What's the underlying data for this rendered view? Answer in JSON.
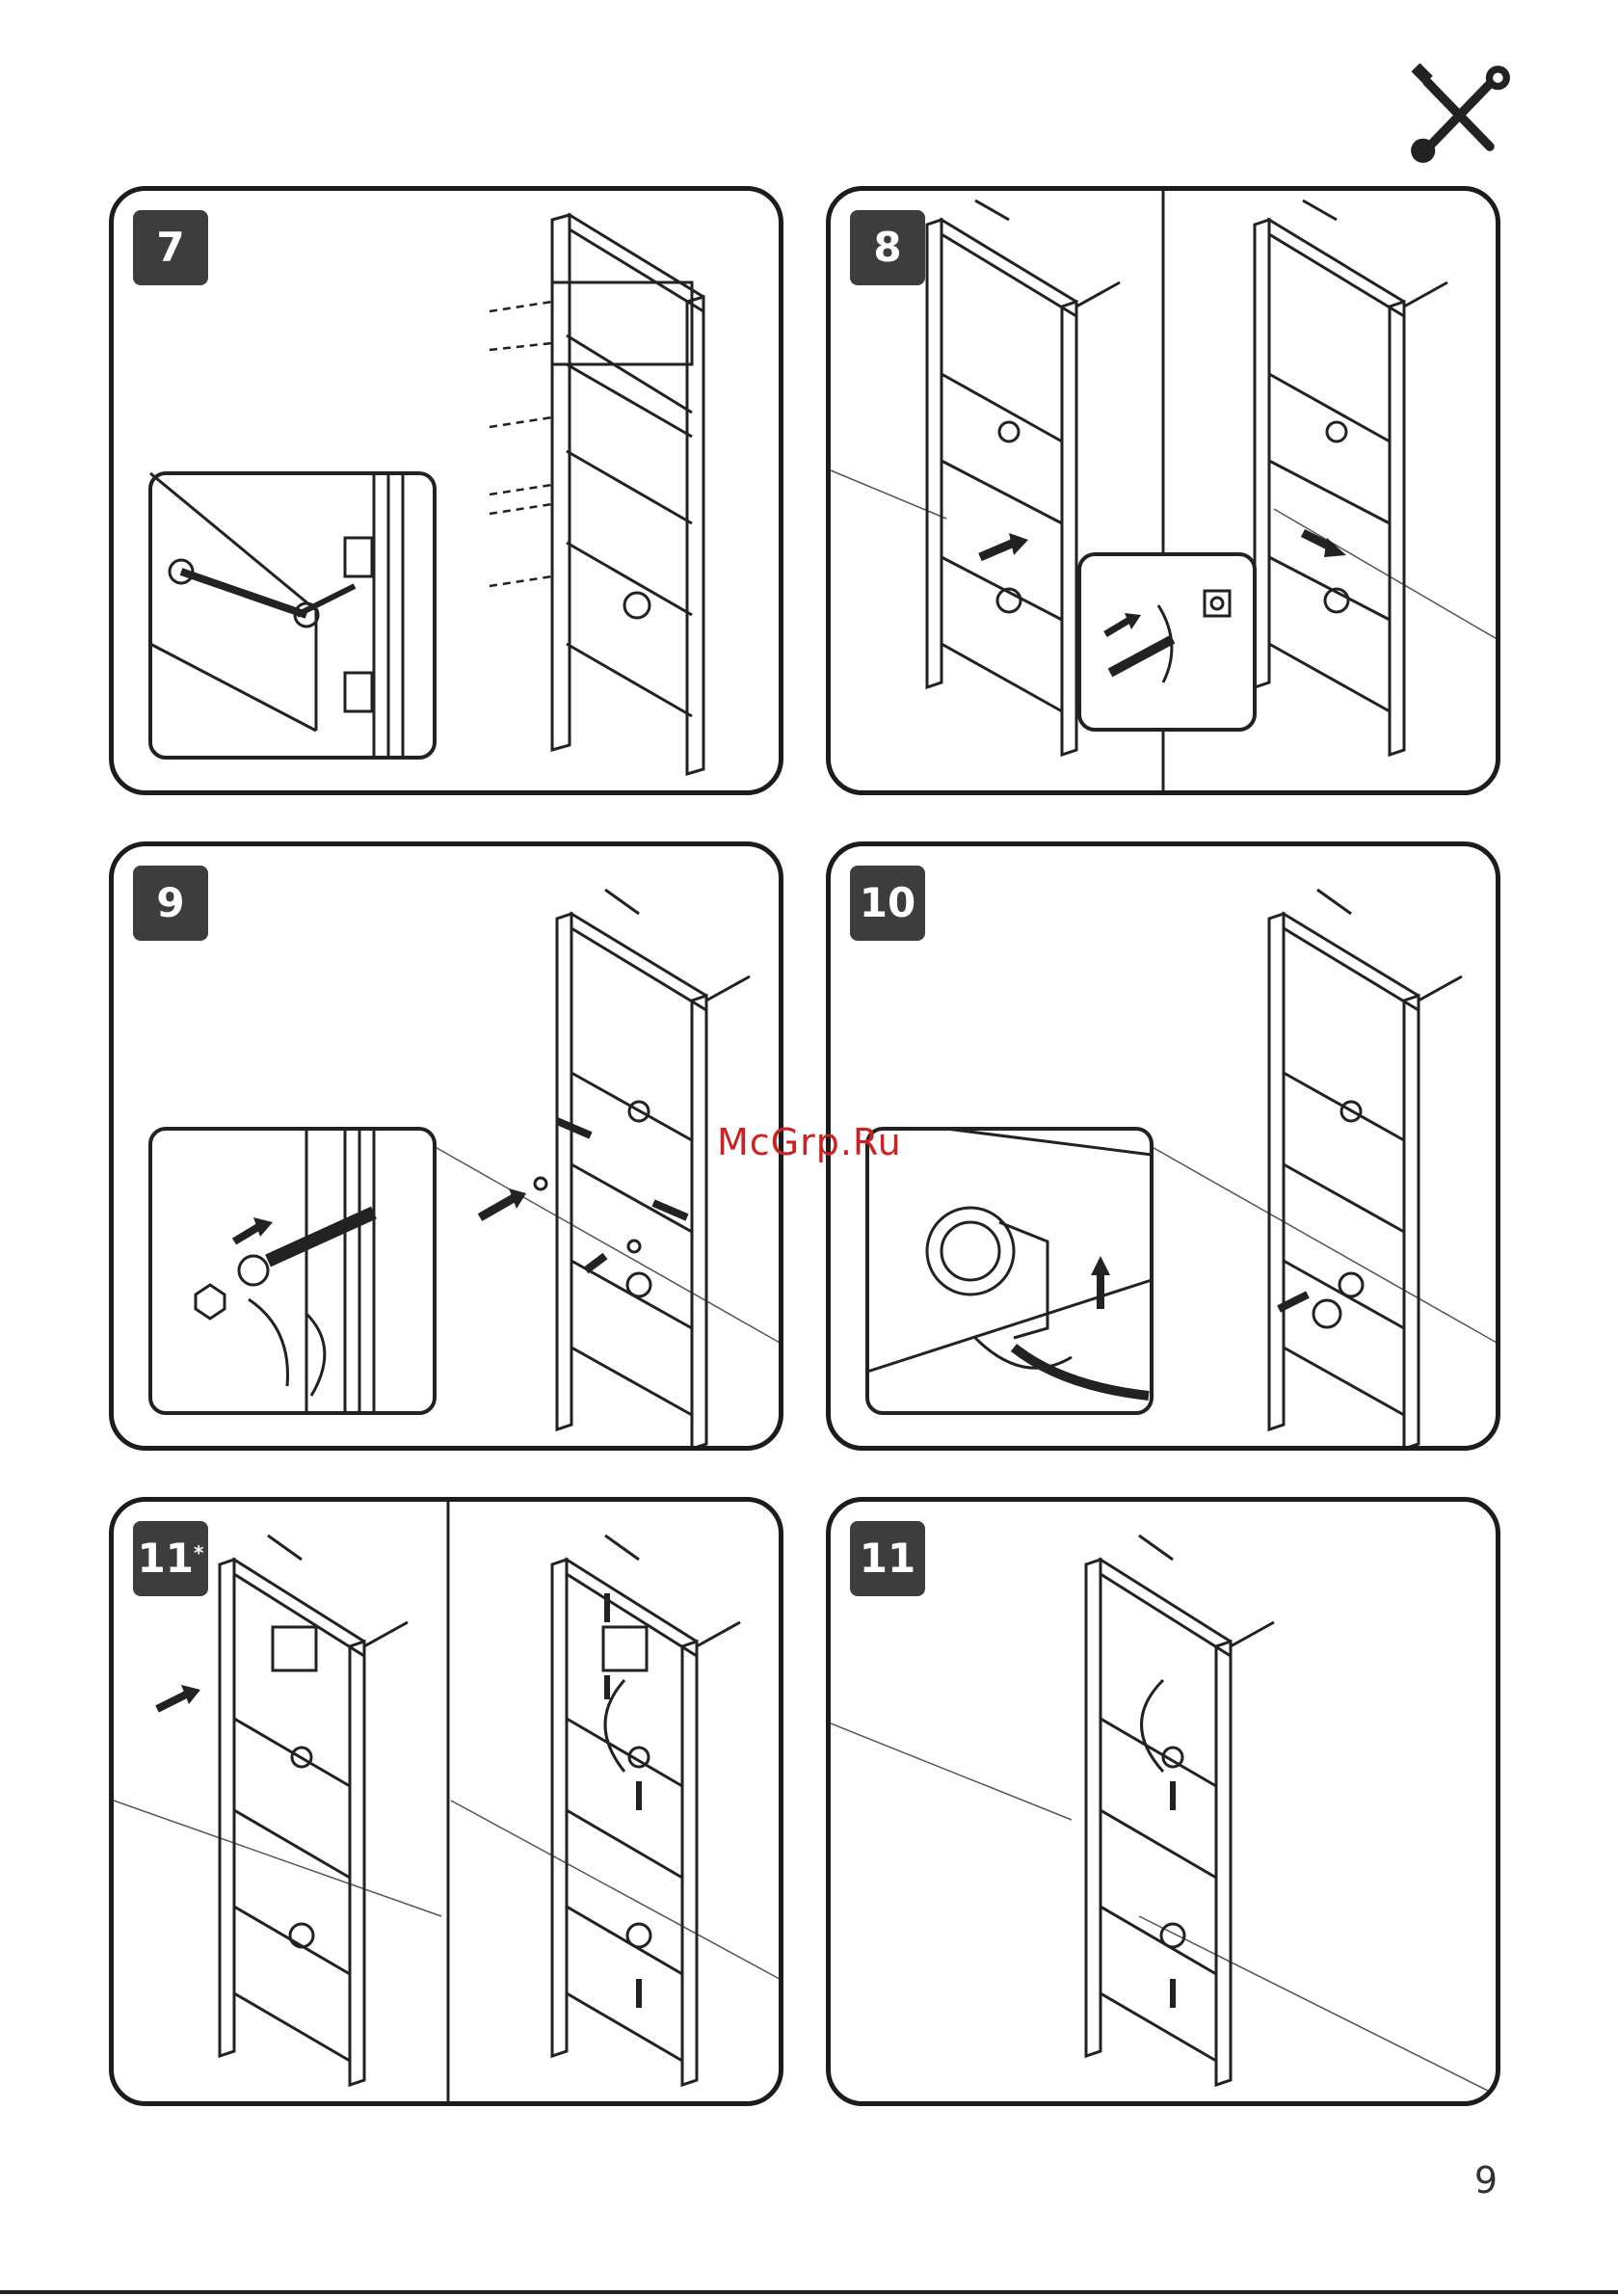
{
  "header": {
    "icon": "tools-icon"
  },
  "steps": [
    {
      "label": "7"
    },
    {
      "label": "8"
    },
    {
      "label": "9"
    },
    {
      "label": "10"
    },
    {
      "label": "11",
      "marker": "*"
    },
    {
      "label": "11"
    }
  ],
  "watermark": "McGrp.Ru",
  "page_number": "9"
}
